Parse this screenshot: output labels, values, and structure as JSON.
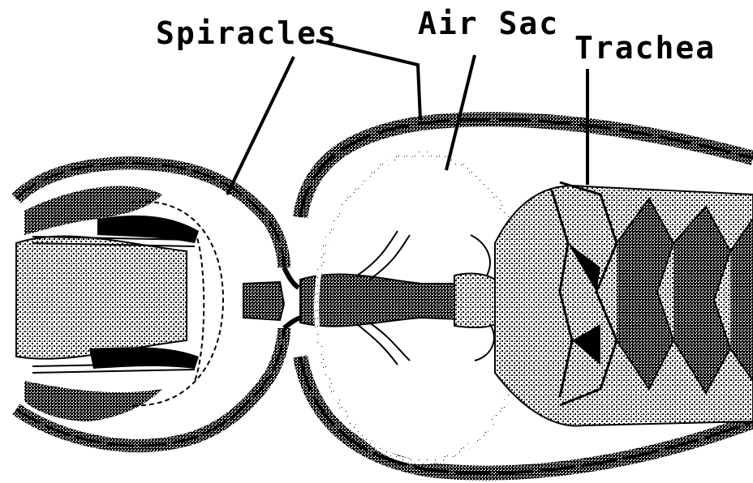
{
  "labels": {
    "spiracles": "Spiracles",
    "air_sac": "Air Sac",
    "trachea": "Trachea"
  },
  "colors": {
    "ink": "#000000",
    "paper": "#ffffff",
    "stipple": "#6b6b6b"
  }
}
